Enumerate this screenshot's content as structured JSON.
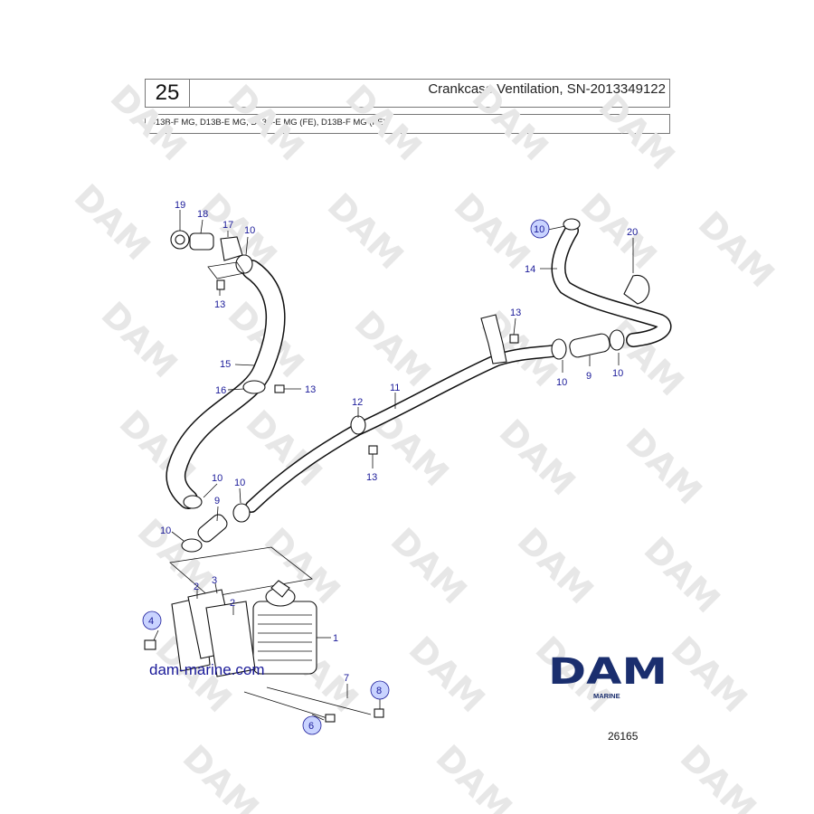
{
  "header": {
    "page_number": "25",
    "title": "Crankcase Ventilation, SN-2013349122",
    "models": "D13B-F MG, D13B-E MG, D13B-E MG (FE), D13B-F MG (FE)"
  },
  "watermark": {
    "text": "DAM",
    "color": "#e7e7e7"
  },
  "callouts": {
    "c19": "19",
    "c18": "18",
    "c17": "17",
    "c10a": "10",
    "c13a": "13",
    "c15": "15",
    "c16": "16",
    "c13b": "13",
    "c12": "12",
    "c11": "11",
    "c13c": "13",
    "c13d": "13",
    "c10b": "10",
    "c20": "20",
    "c14": "14",
    "c10c": "10",
    "c9a": "9",
    "c10d": "10",
    "c10e": "10",
    "c10f": "10",
    "c9b": "9",
    "c10g": "10",
    "c3": "3",
    "c2a": "2",
    "c2b": "2",
    "c4": "4",
    "c1": "1",
    "c7": "7",
    "c8": "8",
    "c6": "6"
  },
  "site_text": "dam-marine.com",
  "logo": {
    "text": "DAM",
    "sub": "MARINE",
    "color": "#1a2e6e"
  },
  "figure_number": "26165"
}
